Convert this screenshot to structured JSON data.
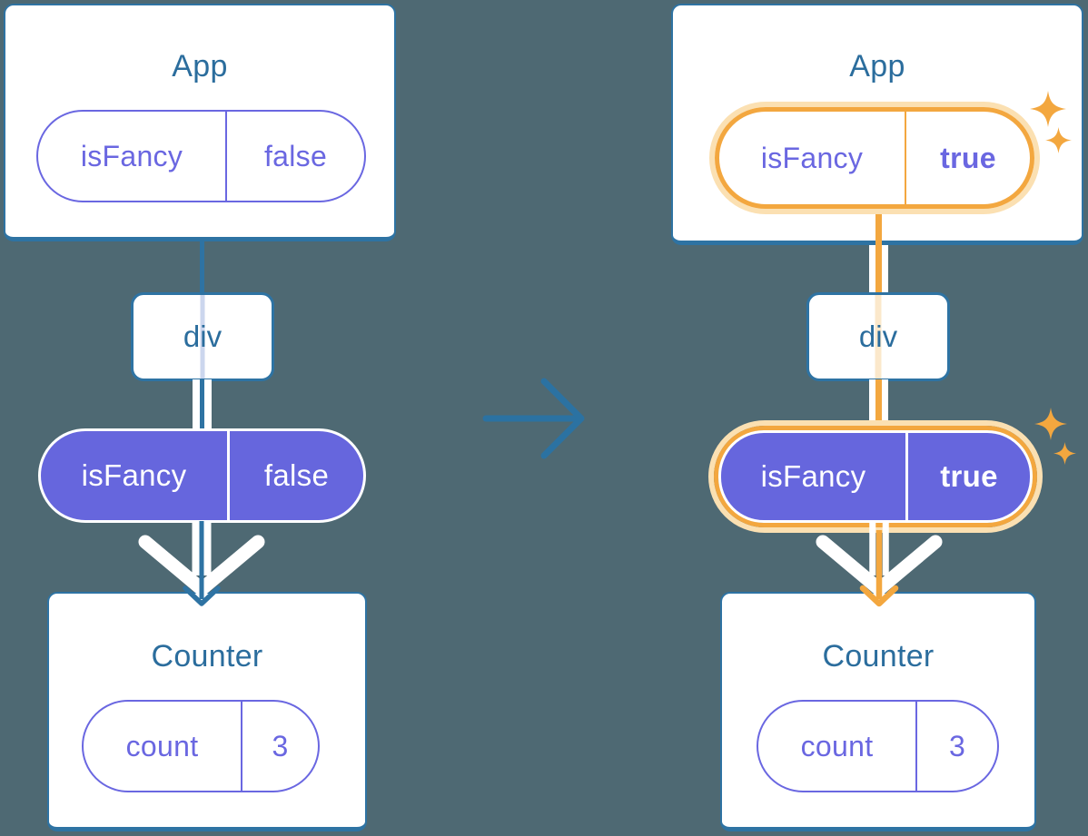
{
  "colors": {
    "background": "#4e6973",
    "stroke_teal": "#2e73a3",
    "text_teal": "#2b6d9d",
    "purple_fill": "#6666dd",
    "purple_text": "#6a67e1",
    "orange": "#f3a73f",
    "orange_glow": "#fbe0b2",
    "pale_lavender_line": "#ccd6ee",
    "pale_peach_line": "#fbe8cb",
    "white": "#ffffff"
  },
  "before": {
    "app": {
      "title": "App",
      "prop_name": "isFancy",
      "prop_value": "false"
    },
    "middle_node": {
      "label": "div"
    },
    "passed_prop": {
      "prop_name": "isFancy",
      "prop_value": "false"
    },
    "counter": {
      "title": "Counter",
      "state_name": "count",
      "state_value": "3"
    }
  },
  "after": {
    "app": {
      "title": "App",
      "prop_name": "isFancy",
      "prop_value": "true"
    },
    "middle_node": {
      "label": "div"
    },
    "passed_prop": {
      "prop_name": "isFancy",
      "prop_value": "true"
    },
    "counter": {
      "title": "Counter",
      "state_name": "count",
      "state_value": "3"
    }
  },
  "icons": {
    "transition_arrow": "right-arrow",
    "sparkle": "four-point-sparkle",
    "prop_flow": "double-line-chevron-arrow"
  }
}
